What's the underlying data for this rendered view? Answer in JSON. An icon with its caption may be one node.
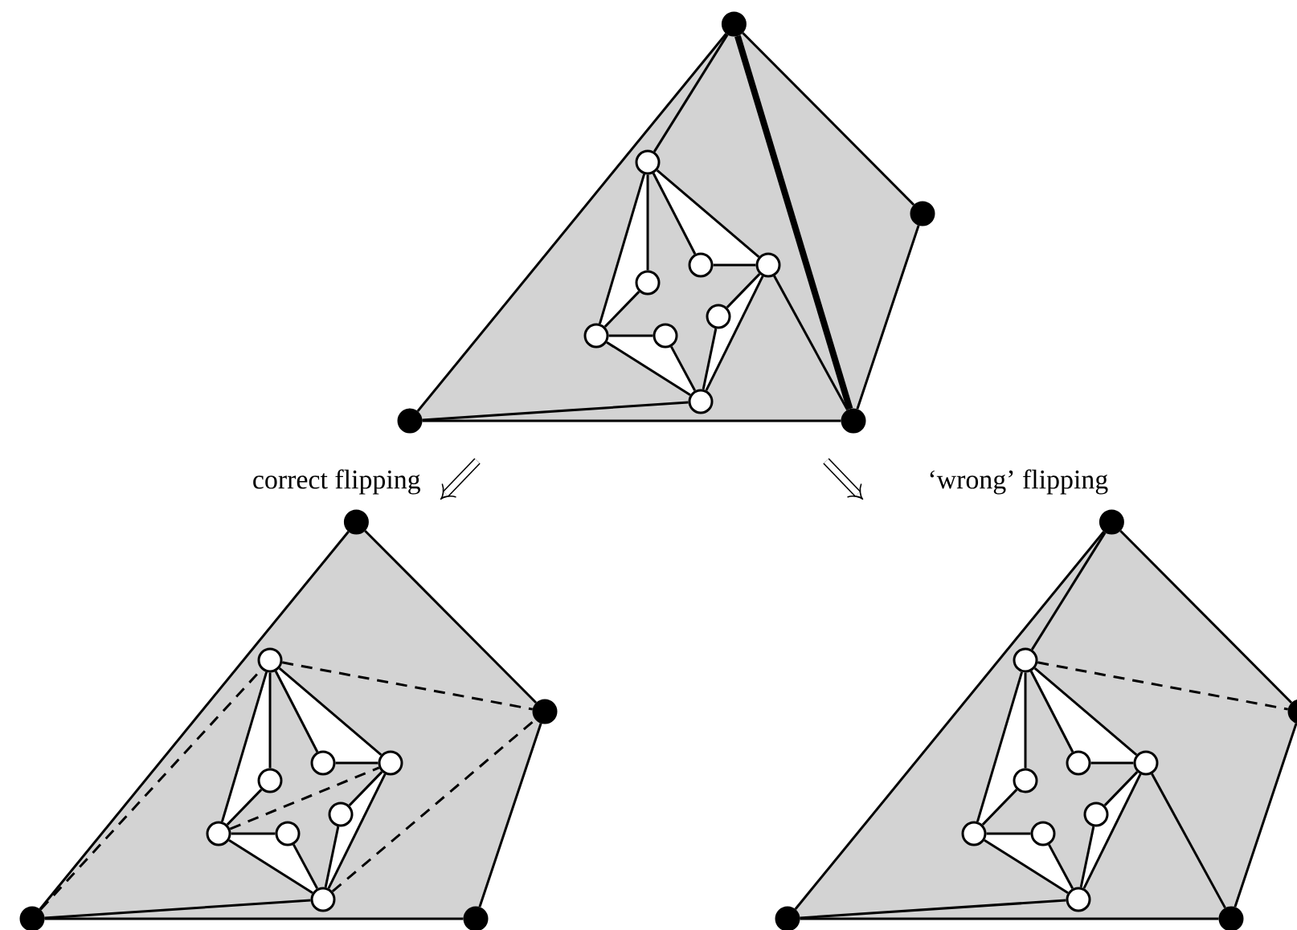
{
  "diagram": {
    "nodes": [
      {
        "text": [],
        "shape": "dot"
      },
      {
        "text": [],
        "shape": "circle"
      },
      {
        "text": [],
        "shape": "dot"
      },
      {
        "text": [],
        "shape": "circle"
      },
      {
        "text": [],
        "shape": "circle"
      },
      {
        "text": [],
        "shape": "circle"
      },
      {
        "text": [],
        "shape": "circle"
      },
      {
        "text": [],
        "shape": "circle"
      },
      {
        "text": [],
        "shape": "circle"
      },
      {
        "text": [],
        "shape": "circle"
      },
      {
        "text": [],
        "shape": "dot"
      },
      {
        "text": [],
        "shape": "dot"
      },
      {
        "text": [],
        "shape": "dot"
      },
      {
        "text": [],
        "shape": "circle"
      },
      {
        "text": [],
        "shape": "dot"
      },
      {
        "text": [],
        "shape": "circle"
      },
      {
        "text": [],
        "shape": "circle"
      },
      {
        "text": [],
        "shape": "circle"
      },
      {
        "text": [],
        "shape": "circle"
      },
      {
        "text": [],
        "shape": "circle"
      },
      {
        "text": [],
        "shape": "circle"
      },
      {
        "text": [],
        "shape": "circle"
      },
      {
        "text": [],
        "shape": "dot"
      },
      {
        "text": [],
        "shape": "dot"
      },
      {
        "text": [],
        "shape": "dot"
      },
      {
        "text": [],
        "shape": "circle"
      },
      {
        "text": [],
        "shape": "dot"
      },
      {
        "text": [],
        "shape": "circle"
      },
      {
        "text": [],
        "shape": "circle"
      },
      {
        "text": [],
        "shape": "circle"
      },
      {
        "text": [],
        "shape": "circle"
      },
      {
        "text": [],
        "shape": "circle"
      },
      {
        "text": [],
        "shape": "circle"
      },
      {
        "text": [],
        "shape": "circle"
      },
      {
        "text": [],
        "shape": "dot"
      },
      {
        "text": [],
        "shape": "dot"
      }
    ],
    "edges": [
      {
        "from": 0,
        "to": 2,
        "arrow": "none"
      },
      {
        "from": 2,
        "to": 11,
        "arrow": "none"
      },
      {
        "from": 11,
        "to": 10,
        "arrow": "none"
      },
      {
        "from": 10,
        "to": 0,
        "arrow": "none"
      },
      {
        "from": 0,
        "to": 11,
        "arrow": "none",
        "style": "thick"
      },
      {
        "from": 10,
        "to": 9,
        "arrow": "none"
      },
      {
        "from": 0,
        "to": 1,
        "arrow": "none"
      },
      {
        "from": 4,
        "to": 11,
        "arrow": "none"
      },
      {
        "from": 1,
        "to": 7,
        "arrow": "none"
      },
      {
        "from": 1,
        "to": 5,
        "arrow": "none"
      },
      {
        "from": 1,
        "to": 3,
        "arrow": "none"
      },
      {
        "from": 1,
        "to": 4,
        "arrow": "none"
      },
      {
        "from": 3,
        "to": 4,
        "arrow": "none"
      },
      {
        "from": 5,
        "to": 7,
        "arrow": "none"
      },
      {
        "from": 7,
        "to": 8,
        "arrow": "none"
      },
      {
        "from": 7,
        "to": 9,
        "arrow": "none"
      },
      {
        "from": 8,
        "to": 9,
        "arrow": "none"
      },
      {
        "from": 4,
        "to": 6,
        "arrow": "none"
      },
      {
        "from": 6,
        "to": 9,
        "arrow": "none"
      },
      {
        "from": 4,
        "to": 9,
        "arrow": "none"
      },
      {
        "from": 12,
        "to": 14,
        "arrow": "none"
      },
      {
        "from": 14,
        "to": 23,
        "arrow": "none"
      },
      {
        "from": 23,
        "to": 22,
        "arrow": "none"
      },
      {
        "from": 22,
        "to": 12,
        "arrow": "none"
      },
      {
        "from": 22,
        "to": 21,
        "arrow": "none"
      },
      {
        "from": 13,
        "to": 19,
        "arrow": "none"
      },
      {
        "from": 13,
        "to": 17,
        "arrow": "none"
      },
      {
        "from": 13,
        "to": 15,
        "arrow": "none"
      },
      {
        "from": 13,
        "to": 16,
        "arrow": "none"
      },
      {
        "from": 15,
        "to": 16,
        "arrow": "none"
      },
      {
        "from": 17,
        "to": 19,
        "arrow": "none"
      },
      {
        "from": 19,
        "to": 20,
        "arrow": "none"
      },
      {
        "from": 19,
        "to": 21,
        "arrow": "none"
      },
      {
        "from": 20,
        "to": 21,
        "arrow": "none"
      },
      {
        "from": 16,
        "to": 18,
        "arrow": "none"
      },
      {
        "from": 18,
        "to": 21,
        "arrow": "none"
      },
      {
        "from": 16,
        "to": 21,
        "arrow": "none"
      },
      {
        "from": 13,
        "to": 14,
        "arrow": "none",
        "style": "dashed"
      },
      {
        "from": 22,
        "to": 13,
        "arrow": "none",
        "style": "dashed"
      },
      {
        "from": 19,
        "to": 16,
        "arrow": "none",
        "style": "dashed"
      },
      {
        "from": 21,
        "to": 14,
        "arrow": "none",
        "style": "dashed"
      },
      {
        "from": 24,
        "to": 26,
        "arrow": "none"
      },
      {
        "from": 26,
        "to": 35,
        "arrow": "none"
      },
      {
        "from": 35,
        "to": 34,
        "arrow": "none"
      },
      {
        "from": 34,
        "to": 24,
        "arrow": "none"
      },
      {
        "from": 24,
        "to": 25,
        "arrow": "none"
      },
      {
        "from": 28,
        "to": 35,
        "arrow": "none"
      },
      {
        "from": 34,
        "to": 33,
        "arrow": "none"
      },
      {
        "from": 25,
        "to": 31,
        "arrow": "none"
      },
      {
        "from": 25,
        "to": 29,
        "arrow": "none"
      },
      {
        "from": 25,
        "to": 27,
        "arrow": "none"
      },
      {
        "from": 25,
        "to": 28,
        "arrow": "none"
      },
      {
        "from": 27,
        "to": 28,
        "arrow": "none"
      },
      {
        "from": 29,
        "to": 31,
        "arrow": "none"
      },
      {
        "from": 31,
        "to": 32,
        "arrow": "none"
      },
      {
        "from": 31,
        "to": 33,
        "arrow": "none"
      },
      {
        "from": 32,
        "to": 33,
        "arrow": "none"
      },
      {
        "from": 28,
        "to": 30,
        "arrow": "none"
      },
      {
        "from": 30,
        "to": 33,
        "arrow": "none"
      },
      {
        "from": 28,
        "to": 33,
        "arrow": "none"
      },
      {
        "from": 25,
        "to": 26,
        "arrow": "none",
        "style": "dashed"
      }
    ],
    "labels": [
      "correct flipping",
      "‘wrong’ flipping"
    ]
  }
}
